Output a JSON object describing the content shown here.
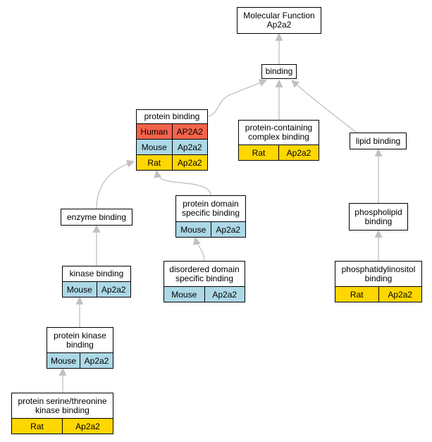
{
  "colors": {
    "human": "#f4634b",
    "mouse": "#add8e6",
    "rat": "#ffd700",
    "edge": "#c0c0c0"
  },
  "nodes": {
    "molecular_function": {
      "title": "Molecular Function\nAp2a2"
    },
    "binding": {
      "title": "binding"
    },
    "protein_binding": {
      "title": "protein binding",
      "rows": [
        {
          "species": "Human",
          "gene": "AP2A2"
        },
        {
          "species": "Mouse",
          "gene": "Ap2a2"
        },
        {
          "species": "Rat",
          "gene": "Ap2a2"
        }
      ]
    },
    "protein_containing_complex_binding": {
      "title": "protein-containing\ncomplex binding",
      "rows": [
        {
          "species": "Rat",
          "gene": "Ap2a2"
        }
      ]
    },
    "lipid_binding": {
      "title": "lipid binding"
    },
    "enzyme_binding": {
      "title": "enzyme binding"
    },
    "protein_domain_specific_binding": {
      "title": "protein domain\nspecific binding",
      "rows": [
        {
          "species": "Mouse",
          "gene": "Ap2a2"
        }
      ]
    },
    "phospholipid_binding": {
      "title": "phospholipid\nbinding"
    },
    "kinase_binding": {
      "title": "kinase binding",
      "rows": [
        {
          "species": "Mouse",
          "gene": "Ap2a2"
        }
      ]
    },
    "disordered_domain_specific_binding": {
      "title": "disordered domain\nspecific binding",
      "rows": [
        {
          "species": "Mouse",
          "gene": "Ap2a2"
        }
      ]
    },
    "phosphatidylinositol_binding": {
      "title": "phosphatidylinositol\nbinding",
      "rows": [
        {
          "species": "Rat",
          "gene": "Ap2a2"
        }
      ]
    },
    "protein_kinase_binding": {
      "title": "protein kinase\nbinding",
      "rows": [
        {
          "species": "Mouse",
          "gene": "Ap2a2"
        }
      ]
    },
    "protein_serine_threonine_kinase_binding": {
      "title": "protein serine/threonine\nkinase binding",
      "rows": [
        {
          "species": "Rat",
          "gene": "Ap2a2"
        }
      ]
    }
  },
  "edges": [
    {
      "from": "binding",
      "to": "molecular_function"
    },
    {
      "from": "protein_binding",
      "to": "binding"
    },
    {
      "from": "protein_containing_complex_binding",
      "to": "binding"
    },
    {
      "from": "lipid_binding",
      "to": "binding"
    },
    {
      "from": "enzyme_binding",
      "to": "protein_binding"
    },
    {
      "from": "protein_domain_specific_binding",
      "to": "protein_binding"
    },
    {
      "from": "phospholipid_binding",
      "to": "lipid_binding"
    },
    {
      "from": "kinase_binding",
      "to": "enzyme_binding"
    },
    {
      "from": "disordered_domain_specific_binding",
      "to": "protein_domain_specific_binding"
    },
    {
      "from": "phosphatidylinositol_binding",
      "to": "phospholipid_binding"
    },
    {
      "from": "protein_kinase_binding",
      "to": "kinase_binding"
    },
    {
      "from": "protein_serine_threonine_kinase_binding",
      "to": "protein_kinase_binding"
    }
  ]
}
